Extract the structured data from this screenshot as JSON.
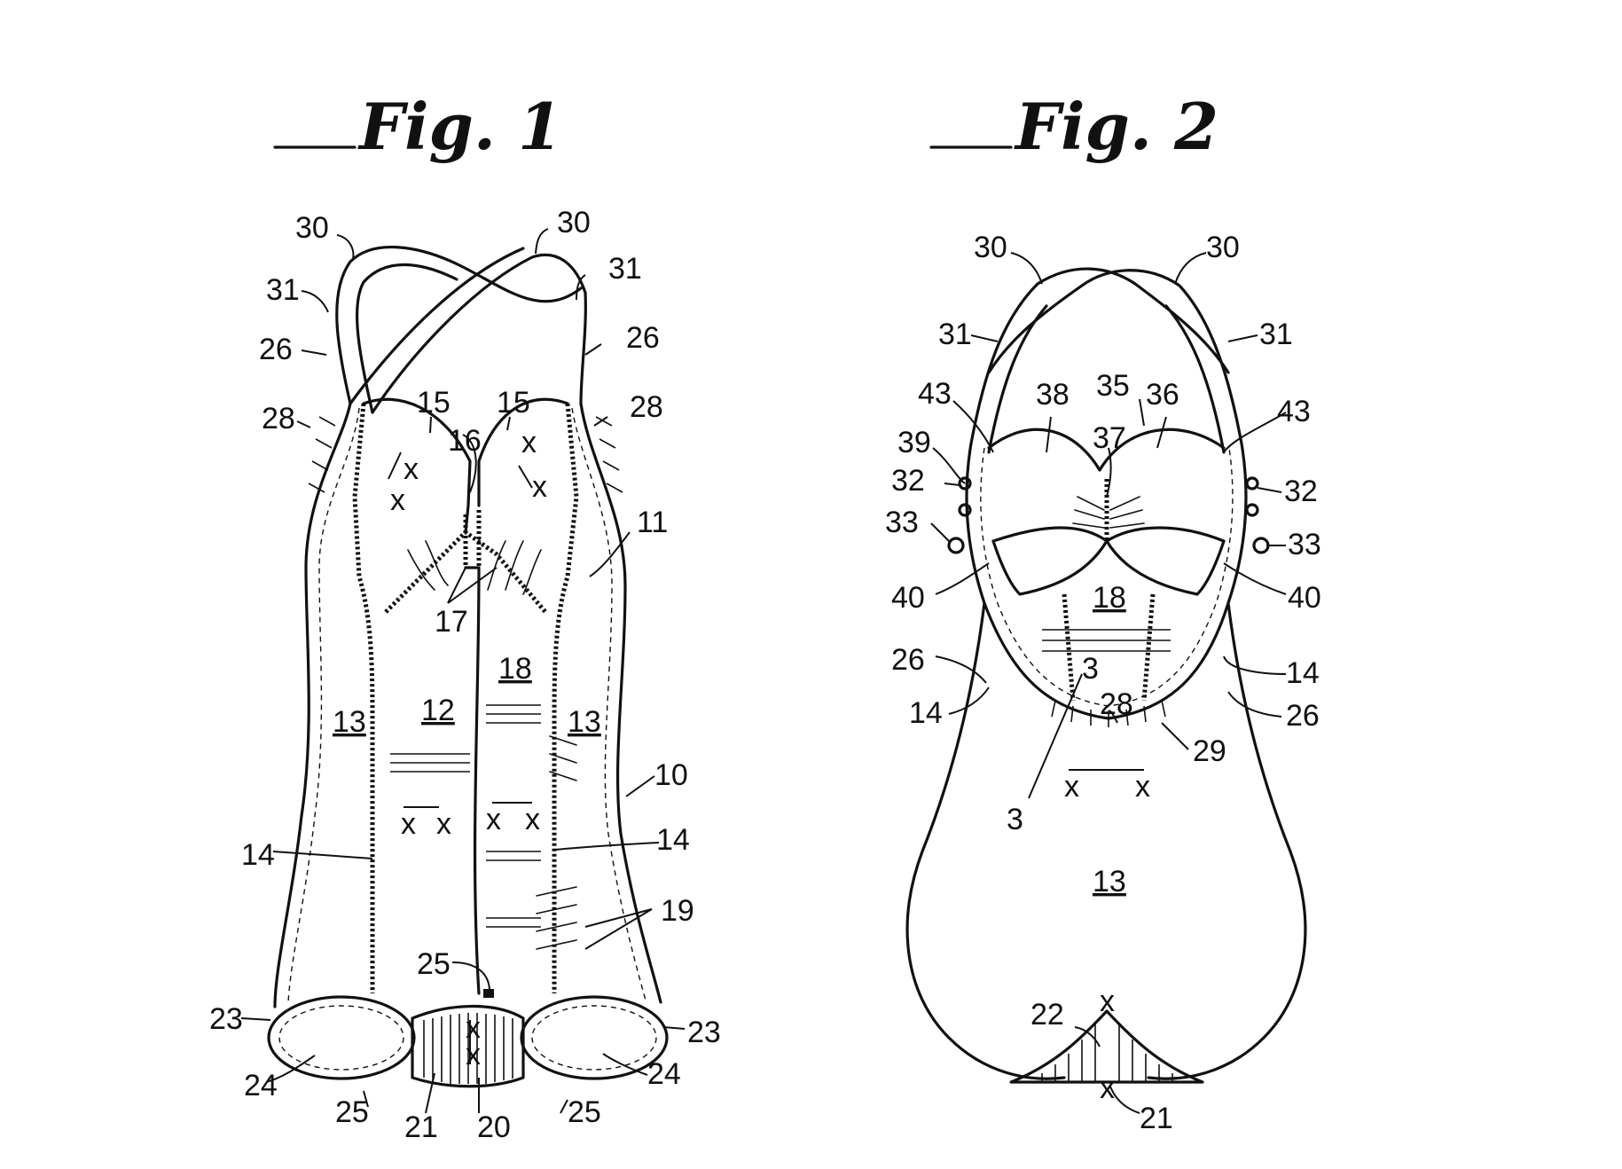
{
  "figures": [
    {
      "title": "Fig. 1",
      "labels": {
        "n30a": "30",
        "n30b": "30",
        "n31a": "31",
        "n31b": "31",
        "n26a": "26",
        "n26b": "26",
        "n28a": "28",
        "n28b": "28",
        "n15a": "15",
        "n15b": "15",
        "n16": "16",
        "n11": "11",
        "n17": "17",
        "n18": "18",
        "n13a": "13",
        "n12": "12",
        "n13b": "13",
        "n10": "10",
        "n14a": "14",
        "n14b": "14",
        "n19": "19",
        "n25a": "25",
        "n23a": "23",
        "n23b": "23",
        "n24a": "24",
        "n24b": "24",
        "n25b": "25",
        "n21": "21",
        "n20": "20",
        "n25c": "25"
      }
    },
    {
      "title": "Fig. 2",
      "labels": {
        "n30a": "30",
        "n30b": "30",
        "n31a": "31",
        "n31b": "31",
        "n43a": "43",
        "n38": "38",
        "n35": "35",
        "n36": "36",
        "n43b": "43",
        "n39": "39",
        "n37": "37",
        "n32a": "32",
        "n32b": "32",
        "n33a": "33",
        "n33b": "33",
        "n40a": "40",
        "n40b": "40",
        "n18": "18",
        "n26a": "26",
        "n14a": "14",
        "n3a": "3",
        "n14b": "14",
        "n28": "28",
        "n26b": "26",
        "n29": "29",
        "n3b": "3",
        "n13": "13",
        "n22": "22",
        "n21": "21"
      }
    }
  ],
  "stretch_marks": {
    "x": "x"
  }
}
